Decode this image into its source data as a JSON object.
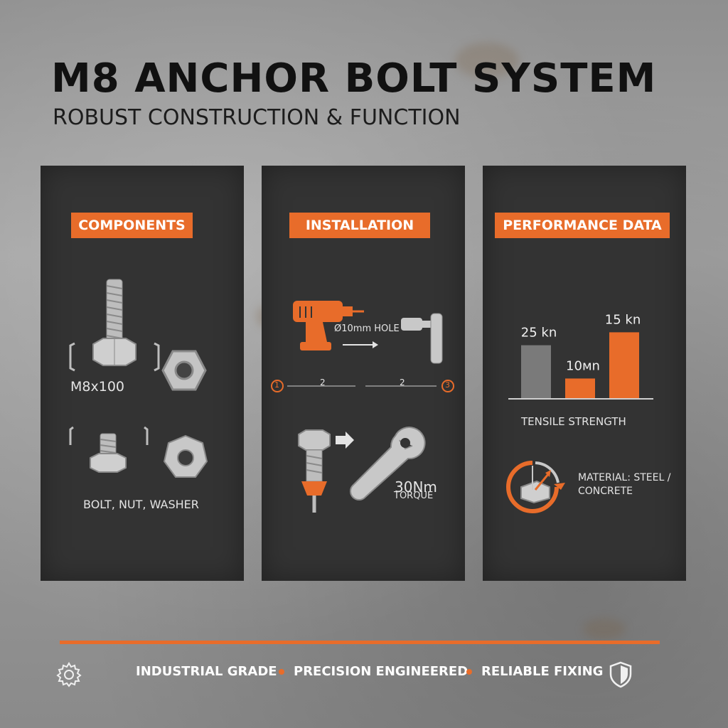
{
  "header": {
    "title": "M8 ANCHOR BOLT SYSTEM",
    "subtitle": "ROBUST CONSTRUCTION & FUNCTION"
  },
  "panels": {
    "components": {
      "heading": "COMPONENTS",
      "bolt_size": "M8x100",
      "parts_caption": "BOLT, NUT, WASHER"
    },
    "installation": {
      "heading": "INSTALLATION",
      "hole_label": "Ø10mm HOLE",
      "steps": [
        "1",
        "2",
        "2",
        "3"
      ],
      "torque_value": "30Nm",
      "torque_label": "TORQUE"
    },
    "performance": {
      "heading": "PERFORMANCE DATA",
      "chart_caption": "TENSILE STRENGTH",
      "material": [
        "MATERIAL: STEEL /",
        "CONCRETE"
      ]
    }
  },
  "chart_data": {
    "type": "bar",
    "categories": [
      "",
      "",
      ""
    ],
    "values": [
      25,
      10,
      15
    ],
    "value_labels": [
      "25 kn",
      "10мn",
      "15 kn"
    ],
    "colors": [
      "#7a7a7a",
      "#e86c2a",
      "#e86c2a"
    ],
    "title": "",
    "xlabel": "TENSILE STRENGTH",
    "ylabel": ""
  },
  "footer": {
    "items": [
      "INDUSTRIAL GRADE",
      "PRECISION ENGINEERED",
      "RELIABLE FIXING"
    ],
    "left_icon": "gear-icon",
    "right_icon": "shield-icon"
  },
  "colors": {
    "accent": "#e86c2a",
    "panel": "#333333",
    "background": "#9a9a9a"
  }
}
